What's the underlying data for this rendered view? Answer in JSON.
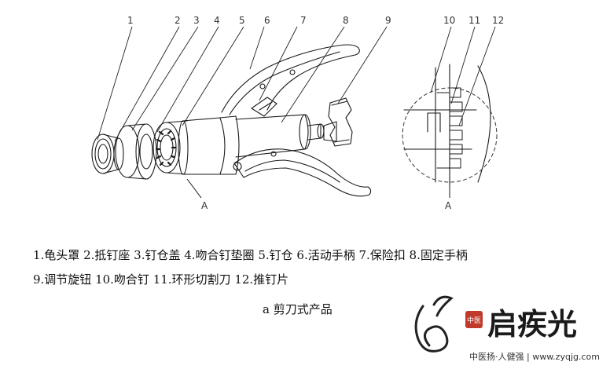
{
  "callouts": {
    "n1": "1",
    "n2": "2",
    "n3": "3",
    "n4": "4",
    "n5": "5",
    "n6": "6",
    "n7": "7",
    "n8": "8",
    "n9": "9",
    "n10": "10",
    "n11": "11",
    "n12": "12",
    "section_main": "A",
    "section_detail": "A"
  },
  "captions": {
    "line1": "1.龟头罩 2.抵钉座 3.钉仓盖 4.吻合钉垫圈 5.钉仓 6.活动手柄 7.保险扣 8.固定手柄",
    "line2": "9.调节旋钮 10.吻合钉 11.环形切割刀 12.推钉片",
    "figure": "a  剪刀式产品"
  },
  "watermark": {
    "brand": "启疾光",
    "seal": "中医",
    "site": "中医扬·人健强 | www.zyqjg.com"
  }
}
